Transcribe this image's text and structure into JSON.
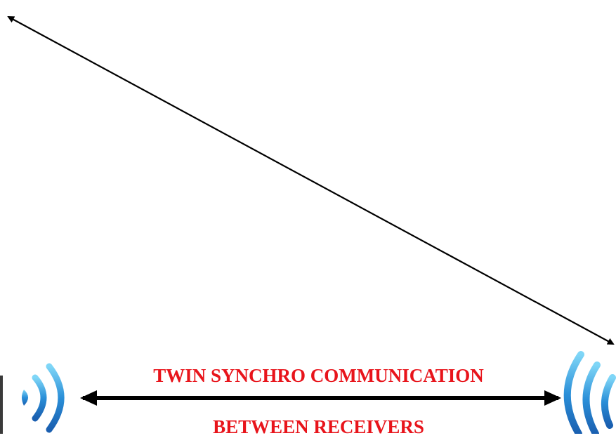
{
  "caption": {
    "line1": "TWIN SYNCHRO COMMUNICATION",
    "line2": "BETWEEN RECEIVERS"
  },
  "colors": {
    "caption": "#e8141b",
    "arrow": "#000000",
    "signal_dark": "#1f6fc0",
    "signal_light": "#5cc4f0",
    "device": "#3a3a3a"
  },
  "icons": {
    "left_device": "radio-signal-icon",
    "right_device": "radio-signal-icon",
    "link": "double-headed-arrow"
  }
}
